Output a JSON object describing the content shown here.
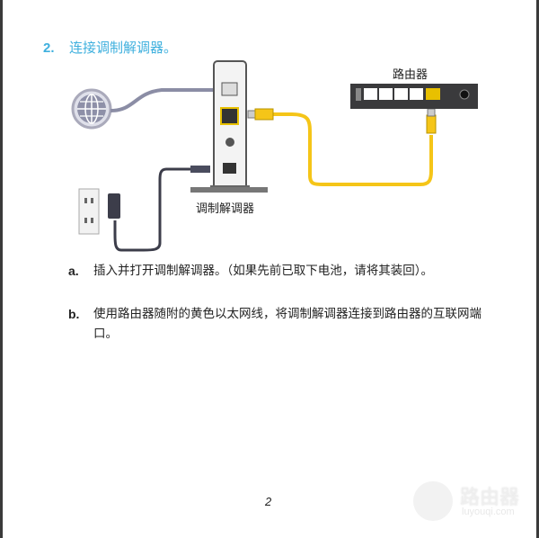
{
  "step": {
    "number": "2.",
    "title": "连接调制解调器。"
  },
  "diagram": {
    "router_label": "路由器",
    "modem_label": "调制解调器",
    "cable_color": "#f5c518"
  },
  "items": [
    {
      "marker": "a.",
      "text": "插入并打开调制解调器。（如果先前已取下电池，请将其装回）。"
    },
    {
      "marker": "b.",
      "text": "使用路由器随附的黄色以太网线，将调制解调器连接到路由器的互联网端口。"
    }
  ],
  "page_number": "2",
  "watermark": {
    "name": "路由器",
    "url": "luyouqi.com"
  },
  "colors": {
    "accent": "#3fb0de"
  }
}
